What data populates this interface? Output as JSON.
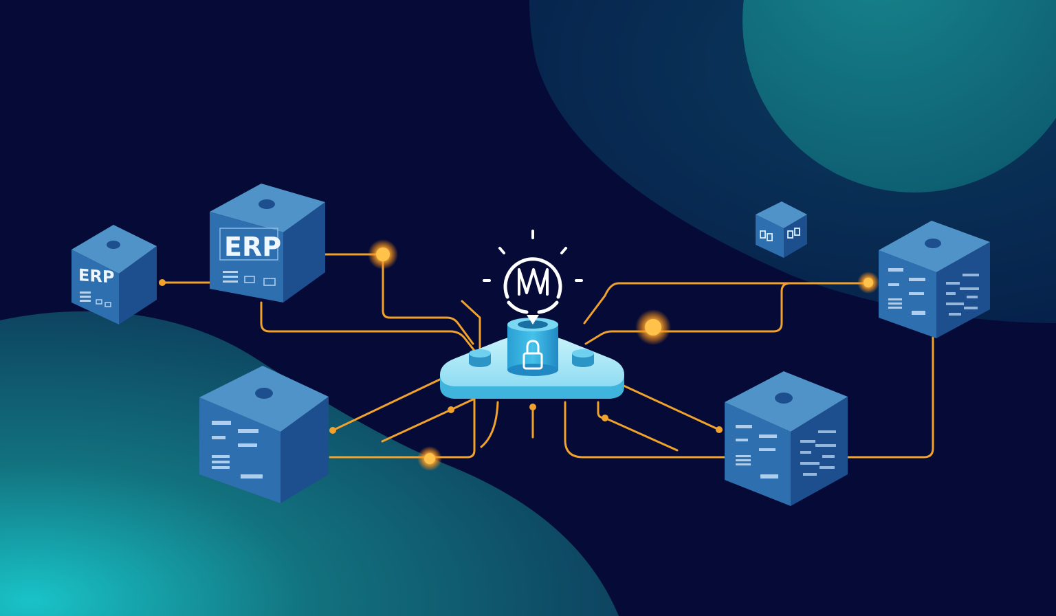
{
  "colors": {
    "background": "#050b36",
    "blob_dark_teal": "#0d3f5e",
    "blob_teal": "#12727e",
    "blob_cyan": "#19c3c8",
    "cube_top": "#4f93c9",
    "cube_front": "#2e6fb0",
    "cube_side": "#1d4f8f",
    "cube_glyph": "#cfe6ff",
    "connector": "#f0a22d",
    "glow": "#ffb43a",
    "hub_top": "#9fe7f7",
    "hub_side": "#3fb5dd",
    "icon_white": "#ffffff"
  },
  "cubes": [
    {
      "id": "erp-cube-left",
      "label": "ERP"
    },
    {
      "id": "erp-cube-main",
      "label": "ERP"
    },
    {
      "id": "data-cube-bottom-left",
      "label": ""
    },
    {
      "id": "tiny-cube-top-right",
      "label": "⊡⊔ ⊡⊓"
    },
    {
      "id": "data-cube-right",
      "label": ""
    },
    {
      "id": "data-cube-bottom-right",
      "label": ""
    }
  ],
  "hub": {
    "icons": [
      "ai-logo-icon",
      "lock-icon",
      "database-icon"
    ]
  }
}
